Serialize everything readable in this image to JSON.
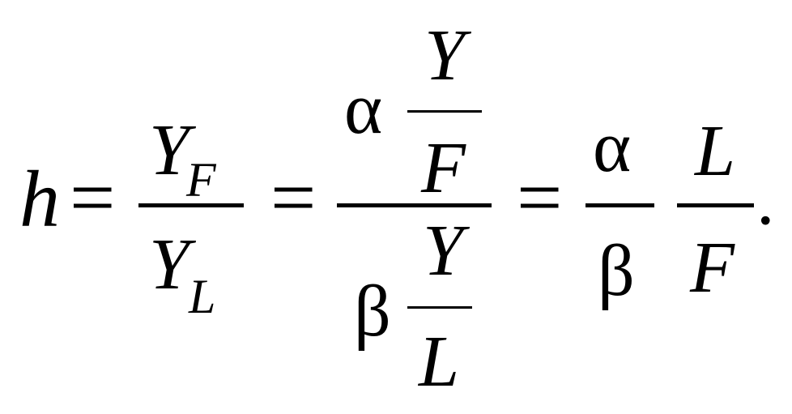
{
  "equation": {
    "lhs": "h",
    "equals": "=",
    "frac1": {
      "num_base": "Y",
      "num_sub": "F",
      "den_base": "Y",
      "den_sub": "L"
    },
    "frac2": {
      "num_coef": "α",
      "num_inner_num": "Y",
      "num_inner_den": "F",
      "den_coef": "β",
      "den_inner_num": "Y",
      "den_inner_den": "L"
    },
    "frac3": {
      "num": "α",
      "den": "β"
    },
    "frac4": {
      "num": "L",
      "den": "F"
    },
    "period": "."
  }
}
